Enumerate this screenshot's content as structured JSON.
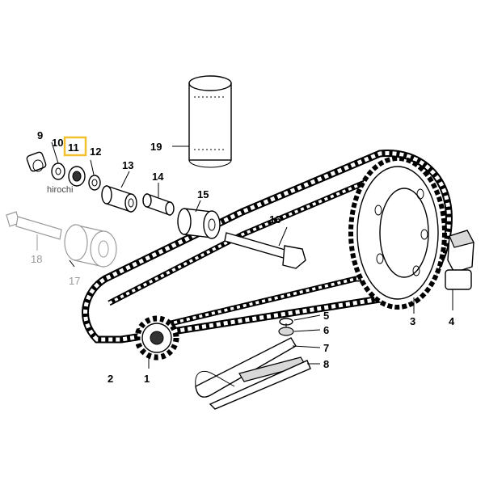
{
  "watermark": "hirochi",
  "highlight_color": "#f2c12e",
  "callouts": [
    {
      "id": "c1",
      "label": "1",
      "muted": false
    },
    {
      "id": "c2",
      "label": "2",
      "muted": false
    },
    {
      "id": "c3",
      "label": "3",
      "muted": false
    },
    {
      "id": "c4",
      "label": "4",
      "muted": false
    },
    {
      "id": "c5",
      "label": "5",
      "muted": false
    },
    {
      "id": "c6",
      "label": "6",
      "muted": false
    },
    {
      "id": "c7",
      "label": "7",
      "muted": false
    },
    {
      "id": "c8",
      "label": "8",
      "muted": false
    },
    {
      "id": "c9",
      "label": "9",
      "muted": false
    },
    {
      "id": "c10",
      "label": "10",
      "muted": false
    },
    {
      "id": "c11",
      "label": "11",
      "muted": false,
      "highlighted": true
    },
    {
      "id": "c12",
      "label": "12",
      "muted": false
    },
    {
      "id": "c13",
      "label": "13",
      "muted": false
    },
    {
      "id": "c14",
      "label": "14",
      "muted": false
    },
    {
      "id": "c15",
      "label": "15",
      "muted": false
    },
    {
      "id": "c16",
      "label": "16",
      "muted": false
    },
    {
      "id": "c17",
      "label": "17",
      "muted": true
    },
    {
      "id": "c18",
      "label": "18",
      "muted": true
    },
    {
      "id": "c19",
      "label": "19",
      "muted": false
    }
  ]
}
